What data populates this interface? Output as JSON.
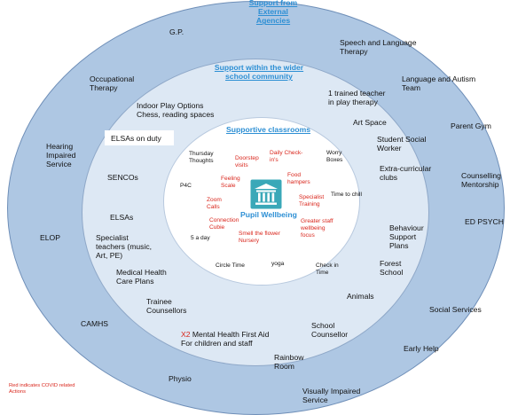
{
  "rings": {
    "outer": {
      "title": "Support from\nExternal\nAgencies",
      "items": {
        "gp": "G.P.",
        "speech": "Speech and Language\nTherapy",
        "language_autism": "Language and Autism\nTeam",
        "parent_gym": "Parent Gym",
        "counselling": "Counselling\nMentorship",
        "ed_psych": "ED PSYCH",
        "social_services": "Social Services",
        "early_help": "Early Help",
        "visually_impaired": "Visually Impaired\nService",
        "physio": "Physio",
        "camhs": "CAMHS",
        "elop": "ELOP",
        "hearing": "Hearing\nImpaired\nService",
        "occupational": "Occupational\nTherapy"
      }
    },
    "middle": {
      "title": "Support within the wider\nschool community",
      "items": {
        "indoor_play": "Indoor Play Options\nChess, reading spaces",
        "trained_teacher": "1 trained teacher\nin play therapy",
        "art_space": "Art Space",
        "student_social_worker": "Student Social\nWorker",
        "extra_curricular": "Extra-curricular\nclubs",
        "behaviour": "Behaviour\nSupport\nPlans",
        "forest_school": "Forest\nSchool",
        "animals": "Animals",
        "school_counsellor": "School\nCounsellor",
        "rainbow_room": "Rainbow\nRoom",
        "mhfa_prefix": "X2",
        "mhfa": " Mental Health First Aid\nFor children and staff",
        "trainee": "Trainee\nCounsellors",
        "medical": "Medical Health\nCare Plans",
        "specialist_teachers": "Specialist\nteachers (music,\nArt, PE)",
        "elsas": "ELSAs",
        "sencos": "SENCOs",
        "elsas_on_duty": "ELSAs on duty"
      }
    },
    "inner": {
      "title": "Supportive  classrooms",
      "center_label": "Pupil Wellbeing",
      "items": {
        "thursday": "Thursday\nThoughts",
        "doorstep": "Doorstep\nvisits",
        "daily_checkin": "Daily Check-\nin's",
        "worry_boxes": "Worry\nBoxes",
        "food_hampers": "Food\nhampers",
        "p4c": "P4C",
        "feeling_scale": "Feeling\nScale",
        "specialist_training": "Specialist\nTraining",
        "time_to_chill": "Time to chill",
        "zoom_calls": "Zoom\nCalls",
        "connection_cubie": "Connection\nCubie",
        "greater_staff": "Greater staff\nwellbeing\nfocus",
        "five_a_day": "5 a day",
        "smell_flower": "Smell the flower\nNursery",
        "circle_time": "Circle Time",
        "yoga": "yoga",
        "check_in_time": "Check in\nTime"
      }
    }
  },
  "legend": {
    "text": "Red indicates COVID related\nActions",
    "color": "#d9261c"
  },
  "colors": {
    "outer_ring": "#aec7e3",
    "middle_ring": "#dde8f4",
    "inner_circle": "#ffffff",
    "title_blue": "#2d8fd4",
    "covid_red": "#d9261c",
    "icon_teal": "#3aa8b8"
  },
  "icons": {
    "center": "classical-building-icon"
  }
}
